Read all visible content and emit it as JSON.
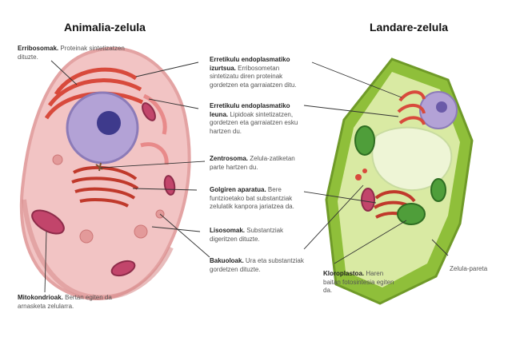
{
  "titles": {
    "animal": "Animalia-zelula",
    "plant": "Landare-zelula"
  },
  "labels": {
    "erribosomak": {
      "term": "Erribosomak.",
      "desc": " Proteinak sintetizatzen dituzte."
    },
    "rer": {
      "term": "Erretikulu endoplasmatiko izurtsua.",
      "desc": " Erribosometan sintetizatu diren proteinak gordetzen eta garraiatzen ditu."
    },
    "ser": {
      "term": "Erretikulu endoplasmatiko leuna.",
      "desc": " Lipidoak sintetizatzen, gordetzen eta garraiatzen esku hartzen du."
    },
    "zentrosoma": {
      "term": "Zentrosoma.",
      "desc": " Zelula-zatiketan parte hartzen du."
    },
    "golgi": {
      "term": "Golgiren aparatua.",
      "desc": " Bere funtzioetako bat substantziak zelulatik kanpora jariatzea da."
    },
    "lisosomak": {
      "term": "Lisosomak.",
      "desc": " Substantziak digeritzen dituzte."
    },
    "bakuoloak": {
      "term": "Bakuoloak.",
      "desc": " Ura eta substantziak gordetzen dituzte."
    },
    "mitokondrioak": {
      "term": "Mitokondrioak.",
      "desc": " Bertan egiten da arnasketa zelularra."
    },
    "kloroplastoa": {
      "term": "Kloroplastoa.",
      "desc": " Haren baitan fotosintesia egiten da."
    },
    "pareta": {
      "term": "Zelula-pareta",
      "desc": ""
    }
  },
  "colors": {
    "animal_cytoplasm": "#f2c4c4",
    "animal_membrane": "#e3a3a3",
    "nucleus": "#b3a2d6",
    "nucleolus": "#3e3a8c",
    "er": "#d84a3c",
    "cell_wall": "#8fbf3a",
    "chloroplast": "#4f9e3a",
    "vacuole": "#eef5d6"
  }
}
